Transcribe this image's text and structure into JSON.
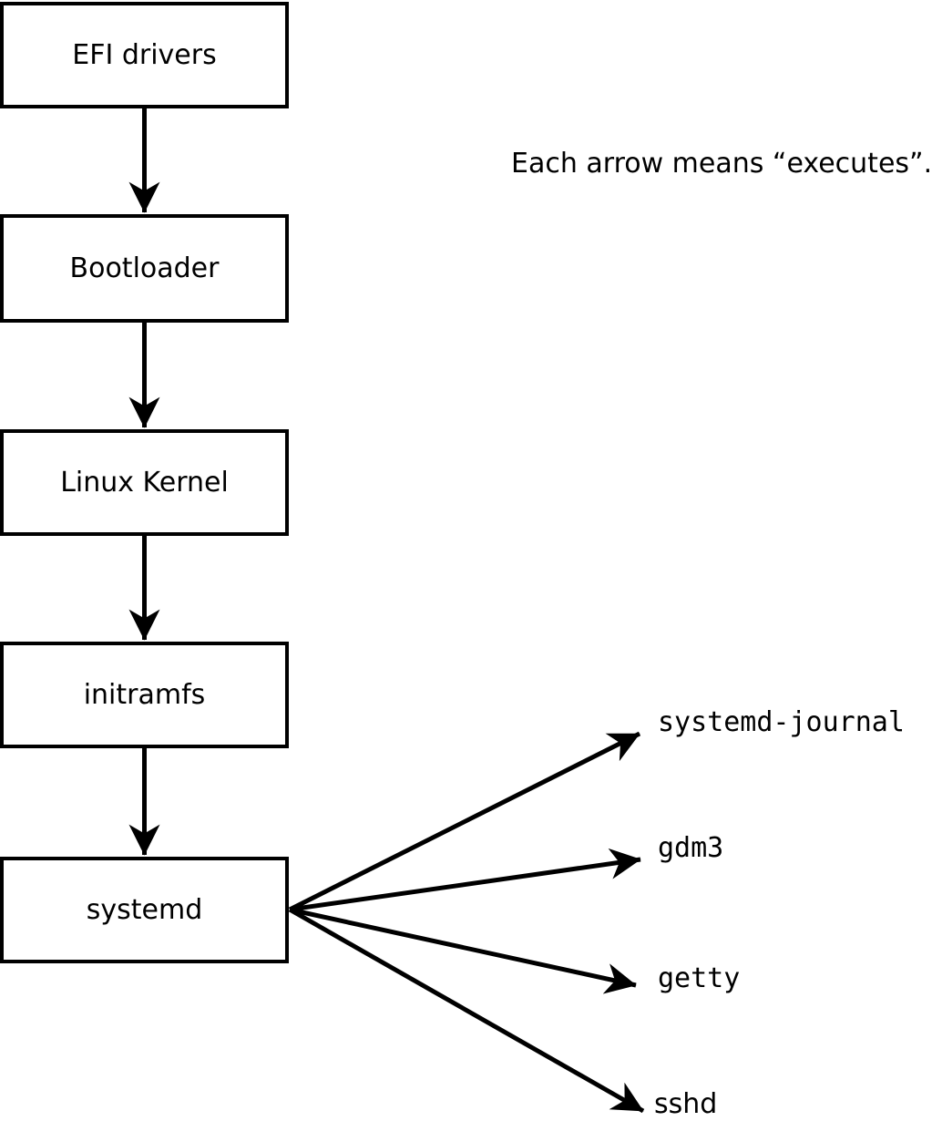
{
  "caption": "Each arrow means “executes”.",
  "nodes": [
    {
      "id": "efi-drivers",
      "label": "EFI drivers"
    },
    {
      "id": "bootloader",
      "label": "Bootloader"
    },
    {
      "id": "linux-kernel",
      "label": "Linux Kernel"
    },
    {
      "id": "initramfs",
      "label": "initramfs"
    },
    {
      "id": "systemd",
      "label": "systemd"
    }
  ],
  "targets": [
    {
      "id": "systemd-journal",
      "label": "systemd-journal"
    },
    {
      "id": "gdm3",
      "label": "gdm3"
    },
    {
      "id": "getty",
      "label": "getty"
    },
    {
      "id": "sshd",
      "label": "sshd"
    }
  ],
  "edges": [
    {
      "from": "EFI drivers",
      "to": "Bootloader",
      "meaning": "executes"
    },
    {
      "from": "Bootloader",
      "to": "Linux Kernel",
      "meaning": "executes"
    },
    {
      "from": "Linux Kernel",
      "to": "initramfs",
      "meaning": "executes"
    },
    {
      "from": "initramfs",
      "to": "systemd",
      "meaning": "executes"
    },
    {
      "from": "systemd",
      "to": "systemd-journal",
      "meaning": "executes"
    },
    {
      "from": "systemd",
      "to": "gdm3",
      "meaning": "executes"
    },
    {
      "from": "systemd",
      "to": "getty",
      "meaning": "executes"
    },
    {
      "from": "systemd",
      "to": "sshd",
      "meaning": "executes"
    }
  ],
  "colors": {
    "stroke": "#000000",
    "box_fill": "#ffffff",
    "background": "#ffffff",
    "text": "#000000"
  }
}
